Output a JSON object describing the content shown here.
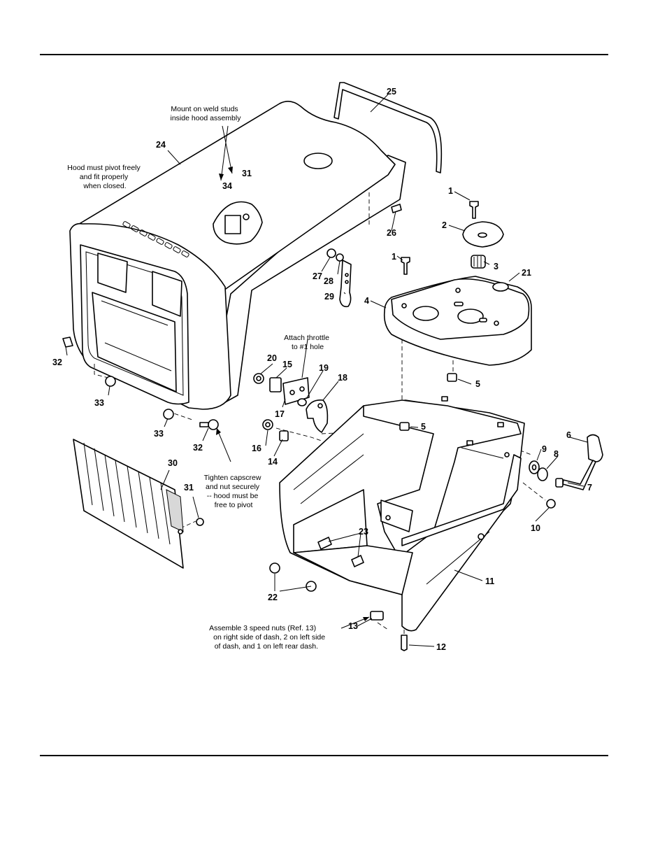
{
  "callouts": {
    "c1a": "1",
    "c1b": "1",
    "c2": "2",
    "c3": "3",
    "c4": "4",
    "c5a": "5",
    "c5b": "5",
    "c6": "6",
    "c7": "7",
    "c8": "8",
    "c9": "9",
    "c10": "10",
    "c11": "11",
    "c12": "12",
    "c13": "13",
    "c14": "14",
    "c15": "15",
    "c16": "16",
    "c17": "17",
    "c18": "18",
    "c19": "19",
    "c20": "20",
    "c21": "21",
    "c22": "22",
    "c23": "23",
    "c24": "24",
    "c25": "25",
    "c26": "26",
    "c27": "27",
    "c28": "28",
    "c29": "29",
    "c30": "30",
    "c31a": "31",
    "c31b": "31",
    "c32a": "32",
    "c32b": "32",
    "c33a": "33",
    "c33b": "33",
    "c34": "34"
  },
  "notes": {
    "mount": [
      "Mount on weld studs",
      "inside hood assembly"
    ],
    "hood": [
      "Hood must pivot freely",
      "and fit properly",
      "when closed."
    ],
    "throttle": [
      "Attach throttle",
      "to #1 hole"
    ],
    "tighten": [
      "Tighten capscrew",
      "and nut securely",
      "-- hood must be",
      "free to pivot"
    ],
    "speednuts": [
      "Assemble 3 speed nuts (Ref. 13)",
      "on right side of dash, 2 on left side",
      "of dash, and 1 on left rear dash."
    ]
  }
}
